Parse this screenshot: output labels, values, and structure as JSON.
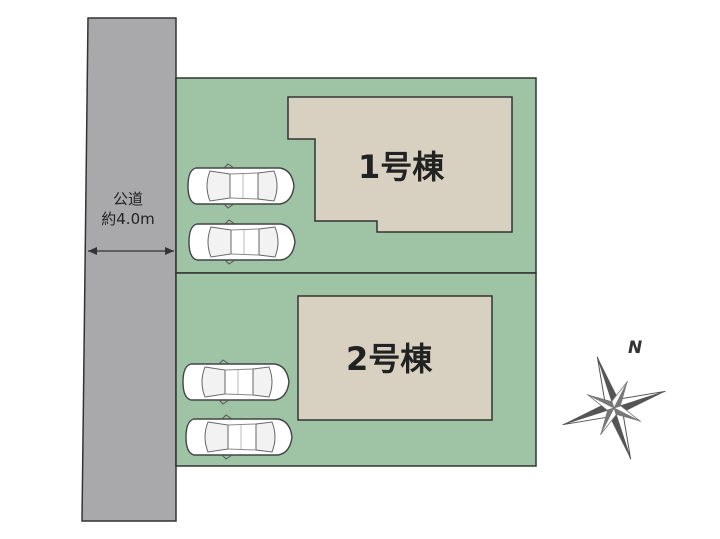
{
  "road": {
    "name": "公道",
    "width": "約4.0m"
  },
  "buildings": [
    {
      "id": "1",
      "label": "1号棟"
    },
    {
      "id": "2",
      "label": "2号棟"
    }
  ],
  "parking": {
    "lot1_cars": 2,
    "lot2_cars": 2
  },
  "compass": {
    "north_label": "N"
  },
  "colors": {
    "road": "#a9a9ab",
    "lot": "#9ec3a5",
    "building": "#d8d0c0",
    "outline": "#2a2a2a"
  }
}
